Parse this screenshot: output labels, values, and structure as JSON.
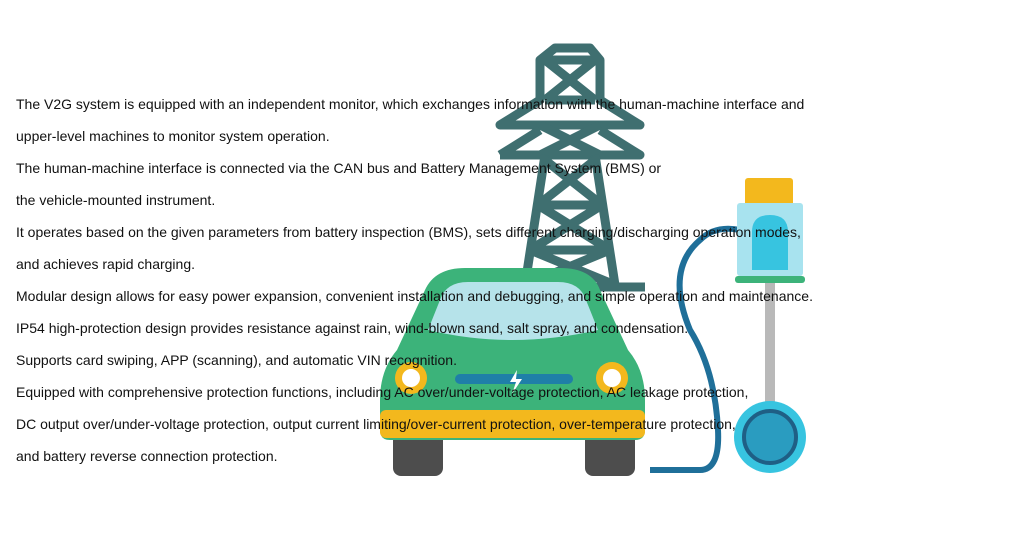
{
  "colors": {
    "tower": "#3f6f70",
    "car_body": "#3cb37a",
    "car_bumper": "#f3b81d",
    "windshield": "#b6e3ea",
    "charger_blue": "#37c4e0",
    "cable": "#1f6f99",
    "text": "#111111"
  },
  "illustration": {
    "icons": [
      "power-tower-icon",
      "electric-car-icon",
      "charging-station-icon"
    ]
  },
  "text_lines": [
    "The V2G system is equipped with an independent monitor, which exchanges information with the human-machine interface and",
    "upper-level machines to monitor system operation.",
    "The human-machine interface is connected via the CAN bus and Battery Management System (BMS) or",
    "the vehicle-mounted instrument.",
    "It operates based on the given parameters from battery inspection (BMS), sets different charging/discharging operation modes,",
    "and achieves rapid charging.",
    "Modular design allows for easy power expansion, convenient installation and debugging, and simple operation and maintenance.",
    "IP54 high-protection design provides resistance against rain, wind-blown sand, salt spray, and condensation.",
    "Supports card swiping, APP (scanning), and automatic VIN recognition.",
    "Equipped with comprehensive protection functions, including AC over/under-voltage protection, AC leakage protection,",
    "DC output over/under-voltage protection, output current limiting/over-current protection, over-temperature protection,",
    "and battery reverse connection protection."
  ]
}
